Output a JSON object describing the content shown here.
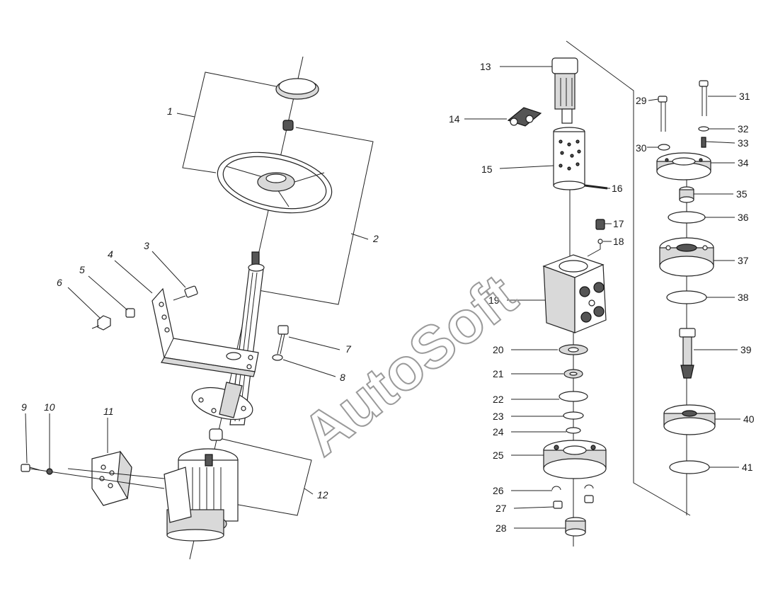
{
  "watermark": "AutoSoft",
  "labels_left": {
    "l1": "1",
    "l2": "2",
    "l3": "3",
    "l4": "4",
    "l5": "5",
    "l6": "6",
    "l7": "7",
    "l8": "8",
    "l9": "9",
    "l10": "10",
    "l11": "11",
    "l12": "12"
  },
  "labels_center": {
    "l13": "13",
    "l14": "14",
    "l15": "15",
    "l16": "16",
    "l17": "17",
    "l18": "18",
    "l19": "19",
    "l20": "20",
    "l21": "21",
    "l22": "22",
    "l23": "23",
    "l24": "24",
    "l25": "25",
    "l26": "26",
    "l27": "27",
    "l28": "28"
  },
  "labels_right": {
    "l29": "29",
    "l30": "30",
    "l31": "31",
    "l32": "32",
    "l33": "33",
    "l34": "34",
    "l35": "35",
    "l36": "36",
    "l37": "37",
    "l38": "38",
    "l39": "39",
    "l40": "40",
    "l41": "41"
  }
}
